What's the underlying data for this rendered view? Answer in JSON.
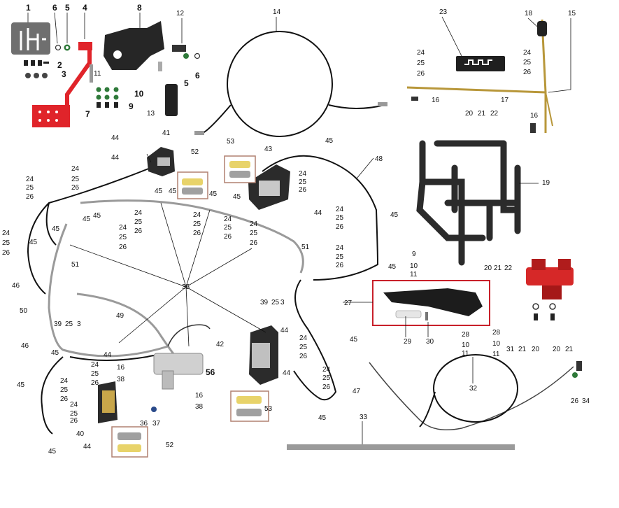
{
  "diagram": {
    "callouts": {
      "n1": "1",
      "n2": "2",
      "n3": "3",
      "n4": "4",
      "n5": "5",
      "n6": "6",
      "n7": "7",
      "n8": "8",
      "n9": "9",
      "n10": "10",
      "n11": "11",
      "n12": "12",
      "n13": "13",
      "n14": "14",
      "n15": "15",
      "n16": "16",
      "n17": "17",
      "n18": "18",
      "n19": "19",
      "n20": "20",
      "n21": "21",
      "n22": "22",
      "n23": "23",
      "n24": "24",
      "n25": "25",
      "n26": "26",
      "n27": "27",
      "n28": "28",
      "n29": "29",
      "n30": "30",
      "n31": "31",
      "n32": "32",
      "n33": "33",
      "n34": "34",
      "n35": "35",
      "n36": "36",
      "n37": "37",
      "n38": "38",
      "n39": "39",
      "n40": "40",
      "n41": "41",
      "n42": "42",
      "n43": "43",
      "n44": "44",
      "n45": "45",
      "n46": "46",
      "n47": "47",
      "n48": "48",
      "n49": "49",
      "n50": "50",
      "n51": "51",
      "n52": "52",
      "n53": "53",
      "n56": "56"
    },
    "colors": {
      "line": "#111111",
      "pedal_red": "#e0242a",
      "rod_gold": "#b8973a",
      "highlight_red": "#c8202a",
      "box_brown": "#b08070",
      "pad_yellow": "#e8d36a",
      "hose_gray": "#9a9a9a",
      "caliper_dark": "#3a3a3a",
      "logo_gray": "#6f6f6f"
    }
  }
}
